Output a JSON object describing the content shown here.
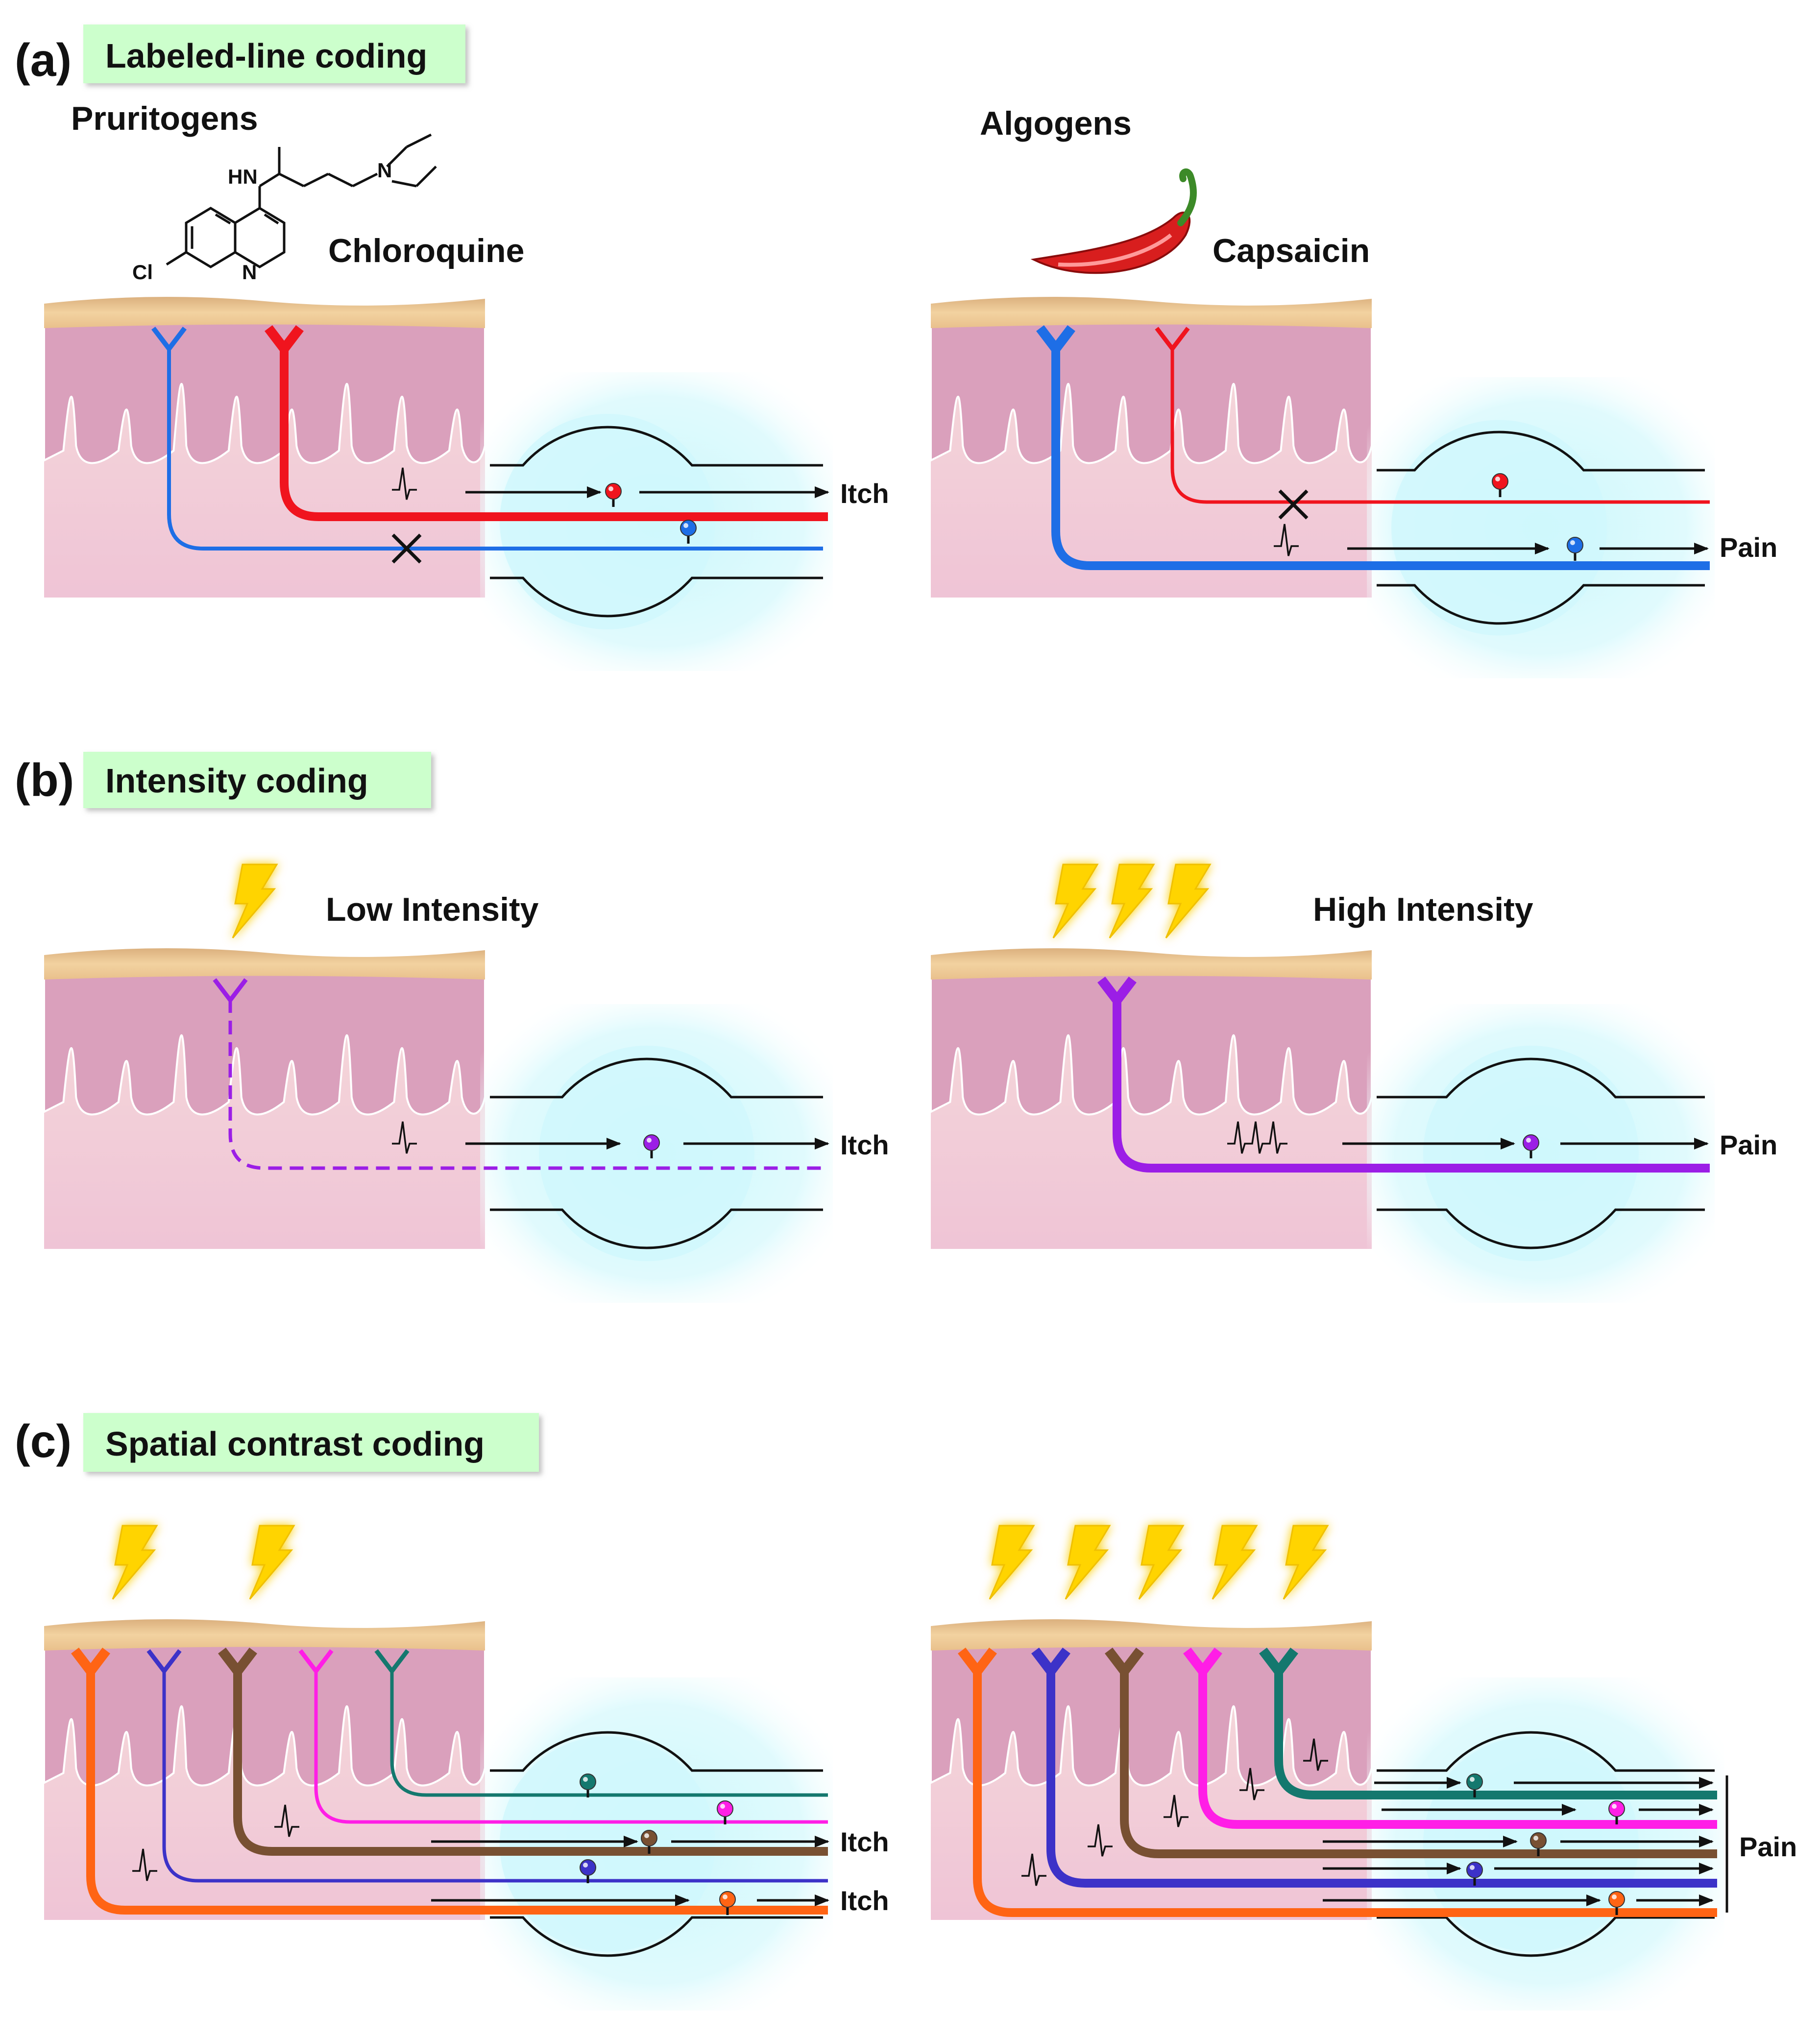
{
  "panels": [
    {
      "letter": "(a)",
      "title": "Labeled-line coding",
      "left": {
        "stimulus_class": "Pruritogens",
        "compound": "Chloroquine",
        "chem_atoms": [
          "HN",
          "N",
          "Cl",
          "N"
        ],
        "output": "Itch"
      },
      "right": {
        "stimulus_class": "Algogens",
        "compound": "Capsaicin",
        "output": "Pain"
      }
    },
    {
      "letter": "(b)",
      "title": "Intensity coding",
      "left": {
        "stimulus": "Low Intensity",
        "output": "Itch"
      },
      "right": {
        "stimulus": "High Intensity",
        "output": "Pain"
      }
    },
    {
      "letter": "(c)",
      "title": "Spatial contrast coding",
      "left": {
        "outputs": [
          "Itch",
          "Itch"
        ]
      },
      "right": {
        "output": "Pain"
      }
    }
  ],
  "colors": {
    "itch_fiber": "#f0141e",
    "pain_fiber": "#1e6ee6",
    "intensity_fiber": "#9b1ee6",
    "orange": "#ff6414",
    "indigo": "#3c32c8",
    "brown": "#785032",
    "magenta": "#ff1ee6",
    "teal": "#14786e",
    "title_box": "#ccffcc",
    "ganglion": "#cff8fc",
    "lightning": "#ffd400"
  }
}
